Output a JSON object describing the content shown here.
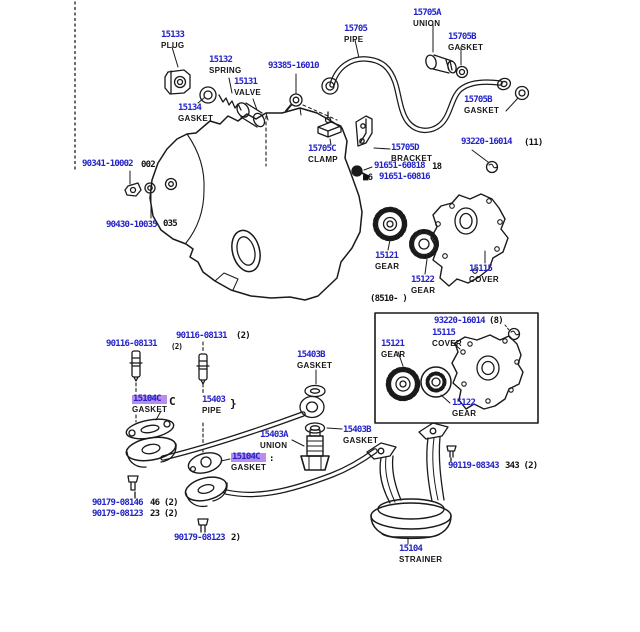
{
  "diagram": {
    "type": "exploded-parts-diagram",
    "subject": "engine oil pump, oil pipe and strainer",
    "label_color": "#2323c8",
    "line_color": "#1a1a1a",
    "highlight_color": "#b98ded",
    "background": "#ffffff"
  },
  "labels": {
    "p15133": {
      "number": "15133",
      "name": "PLUG"
    },
    "p15132": {
      "number": "15132",
      "name": "SPRING"
    },
    "p15131": {
      "number": "15131",
      "name": "VALVE"
    },
    "p15134": {
      "number": "15134",
      "name": "GASKET"
    },
    "p93385": {
      "number": "93385-16010",
      "name": ""
    },
    "p15705": {
      "number": "15705",
      "name": "PIPE"
    },
    "p15705A": {
      "number": "15705A",
      "name": "UNION"
    },
    "p15705B1": {
      "number": "15705B",
      "name": "GASKET"
    },
    "p15705B2": {
      "number": "15705B",
      "name": "GASKET"
    },
    "p93220t": {
      "number": "93220-16014",
      "name": ""
    },
    "p15705C": {
      "number": "15705C",
      "name": "CLAMP"
    },
    "p15705D": {
      "number": "15705D",
      "name": "BRACKET"
    },
    "p91651a": {
      "number": "91651-60818",
      "name": ""
    },
    "p91651b": {
      "number": "91651-60816",
      "name": ""
    },
    "p90341": {
      "number": "90341-10002",
      "name": ""
    },
    "p90430": {
      "number": "90430-10035",
      "name": ""
    },
    "p15121m": {
      "number": "15121",
      "name": "GEAR"
    },
    "p15122m": {
      "number": "15122",
      "name": "GEAR"
    },
    "p15115m": {
      "number": "15115",
      "name": "COVER"
    },
    "p93220i": {
      "number": "93220-16014",
      "name": ""
    },
    "p15121i": {
      "number": "15121",
      "name": "GEAR"
    },
    "p15115i": {
      "number": "15115",
      "name": "COVER"
    },
    "p15122i": {
      "number": "15122",
      "name": "GEAR"
    },
    "p90116a": {
      "number": "90116-08131",
      "name": ""
    },
    "p90116b": {
      "number": "90116-08131",
      "name": ""
    },
    "p15104C1": {
      "number": "15104C",
      "name": "GASKET"
    },
    "p15403": {
      "number": "15403",
      "name": "PIPE"
    },
    "p15403B1": {
      "number": "15403B",
      "name": "GASKET"
    },
    "p15403A": {
      "number": "15403A",
      "name": "UNION"
    },
    "p15403B2": {
      "number": "15403B",
      "name": "GASKET"
    },
    "p15104C2": {
      "number": "15104C",
      "name": "GASKET"
    },
    "p90179a": {
      "number": "90179-08146",
      "name": ""
    },
    "p90179b": {
      "number": "90179-08123",
      "name": ""
    },
    "p90179c": {
      "number": "90179-08123",
      "name": ""
    },
    "p90119": {
      "number": "90119-08343",
      "name": ""
    },
    "p15104": {
      "number": "15104",
      "name": "STRAINER"
    }
  },
  "notes": {
    "n11": "(11)",
    "n18": "18",
    "n6": "■6",
    "n002": "002",
    "n035": "035",
    "n8510": "(8510-      )",
    "n8": "(8)",
    "n2a": "(2)",
    "n2b": "(2)",
    "nC": "C",
    "nBrace": "}",
    "nColon": ":",
    "n46": "46 (2)",
    "n23": "23 (2)",
    "n2c": "2)",
    "n343": "343 (2)"
  }
}
